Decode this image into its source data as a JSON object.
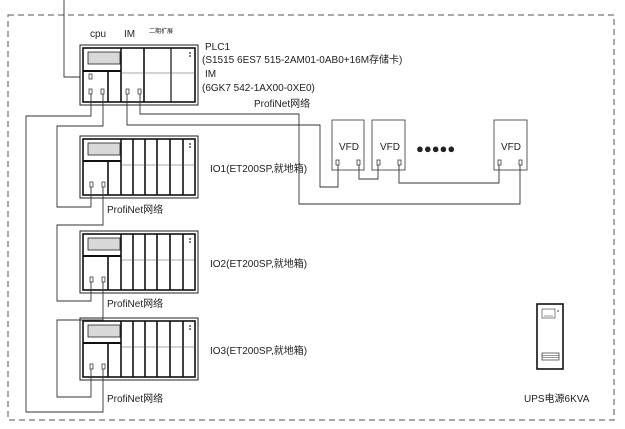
{
  "diagram": {
    "title": "PLC ProfiNet network wiring",
    "plc": {
      "label_cpu": "cpu",
      "label_im": "IM",
      "label_expansion": "二期扩展",
      "name": "PLC1",
      "cpu_spec": "(S1515 6ES7 515-2AM01-0AB0+16M存储卡)",
      "im_name": "IM",
      "im_spec": "(6GK7 542-1AX00-0XE0)",
      "network_label": "ProfiNet网络"
    },
    "vfds": [
      {
        "label": "VFD"
      },
      {
        "label": "VFD"
      },
      {
        "label": "VFD"
      }
    ],
    "vfd_ellipsis": "●●●●●",
    "io_stations": [
      {
        "label": "IO1(ET200SP,就地箱)",
        "network_label": "ProfiNet网络"
      },
      {
        "label": "IO2(ET200SP,就地箱)",
        "network_label": "ProfiNet网络"
      },
      {
        "label": "IO3(ET200SP,就地箱)",
        "network_label": "ProfiNet网络"
      }
    ],
    "ups": {
      "label": "UPS电源6KVA"
    }
  }
}
